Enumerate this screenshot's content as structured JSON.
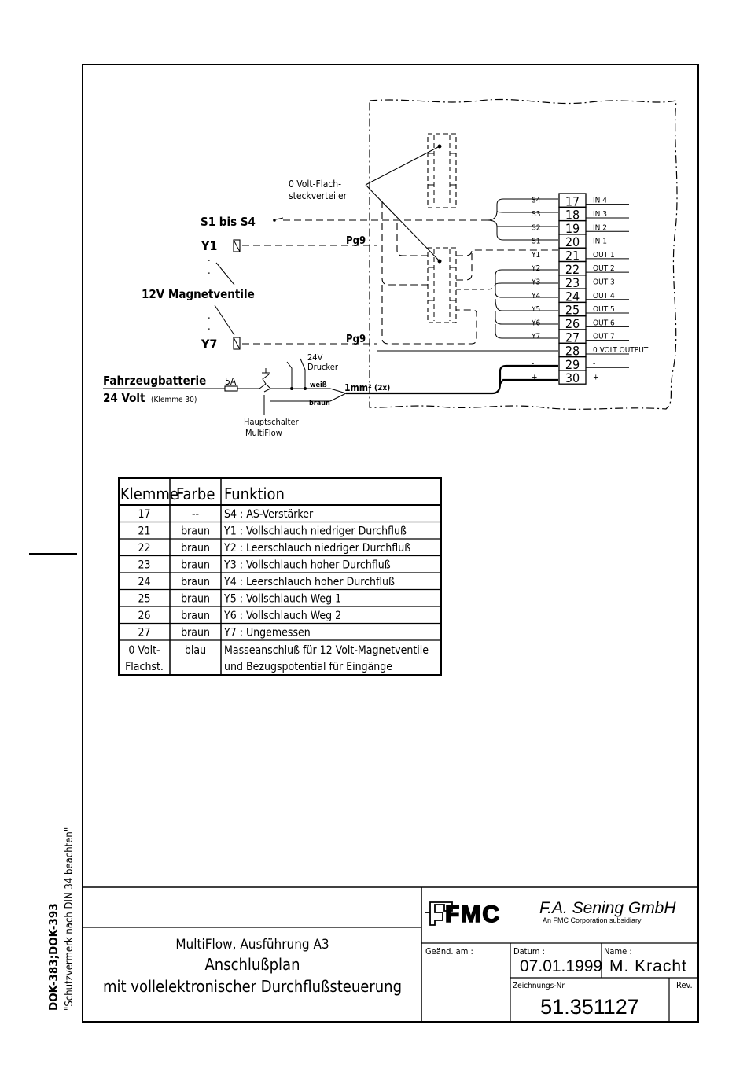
{
  "side_text": {
    "doc_ids": "DOK-383;DOK-393",
    "protection_note": "\"Schutzvermerk nach DIN 34 beachten\""
  },
  "schematic": {
    "flat_connector_label_1": "0 Volt-Flach-",
    "flat_connector_label_2": "steckverteiler",
    "inputs_label": "S1 bis S4",
    "valve_y1": "Y1",
    "valve_y7": "Y7",
    "valves_label": "12V Magnetventile",
    "gland_1": "Pg9",
    "gland_2": "Pg9",
    "battery_label_1": "Fahrzeugbatterie",
    "battery_label_2": "24 Volt",
    "battery_terminal": "(Klemme 30)",
    "fuse": "5A",
    "supply_24v": "24V",
    "pressure": "Drucker",
    "main_switch_1": "Hauptschalter",
    "main_switch_2": "MultiFlow",
    "wire_white": "weiß",
    "wire_brown": "braun",
    "minus_sign": "-",
    "cable_size": "1mm²",
    "cable_count": "(2x)"
  },
  "terminals": [
    {
      "num": "17",
      "wire": "S4",
      "func": "IN 4"
    },
    {
      "num": "18",
      "wire": "S3",
      "func": "IN 3"
    },
    {
      "num": "19",
      "wire": "S2",
      "func": "IN 2"
    },
    {
      "num": "20",
      "wire": "S1",
      "func": "IN 1"
    },
    {
      "num": "21",
      "wire": "Y1",
      "func": "OUT 1"
    },
    {
      "num": "22",
      "wire": "Y2",
      "func": "OUT 2"
    },
    {
      "num": "23",
      "wire": "Y3",
      "func": "OUT 3"
    },
    {
      "num": "24",
      "wire": "Y4",
      "func": "OUT 4"
    },
    {
      "num": "25",
      "wire": "Y5",
      "func": "OUT 5"
    },
    {
      "num": "26",
      "wire": "Y6",
      "func": "OUT 6"
    },
    {
      "num": "27",
      "wire": "Y7",
      "func": "OUT 7"
    },
    {
      "num": "28",
      "wire": "",
      "func": "0 VOLT OUTPUT"
    },
    {
      "num": "29",
      "wire": "-",
      "func": "-"
    },
    {
      "num": "30",
      "wire": "+",
      "func": "+"
    }
  ],
  "table": {
    "headers": [
      "Klemme",
      "Farbe",
      "Funktion"
    ],
    "rows": [
      [
        "17",
        "--",
        "S4 : AS-Verstärker"
      ],
      [
        "21",
        "braun",
        "Y1 : Vollschlauch niedriger Durchfluß"
      ],
      [
        "22",
        "braun",
        "Y2 : Leerschlauch niedriger Durchfluß"
      ],
      [
        "23",
        "braun",
        "Y3 : Vollschlauch hoher Durchfluß"
      ],
      [
        "24",
        "braun",
        "Y4 : Leerschlauch hoher Durchfluß"
      ],
      [
        "25",
        "braun",
        "Y5 : Vollschlauch Weg 1"
      ],
      [
        "26",
        "braun",
        "Y6 : Vollschlauch Weg 2"
      ],
      [
        "27",
        "braun",
        "Y7 : Ungemessen"
      ]
    ],
    "last_row": {
      "klemme_1": "0 Volt-",
      "klemme_2": "Flachst.",
      "farbe": "blau",
      "funktion_1": "Masseanschluß für 12 Volt-Magnetventile",
      "funktion_2": "und Bezugspotential für Eingänge"
    }
  },
  "title_block": {
    "logo": "FMC",
    "company": "F.A. Sening GmbH",
    "subsidiary": "An FMC Corporation subsidiary",
    "title_1": "MultiFlow, Ausführung A3",
    "title_2": "Anschlußplan",
    "title_3": "mit vollelektronischer Durchflußsteuerung",
    "changed_label": "Geänd. am :",
    "date_label": "Datum :",
    "date": "07.01.1999",
    "name_label": "Name :",
    "name": "M. Kracht",
    "drawing_no_label": "Zeichnungs-Nr.",
    "drawing_no": "51.351127",
    "rev_label": "Rev."
  }
}
